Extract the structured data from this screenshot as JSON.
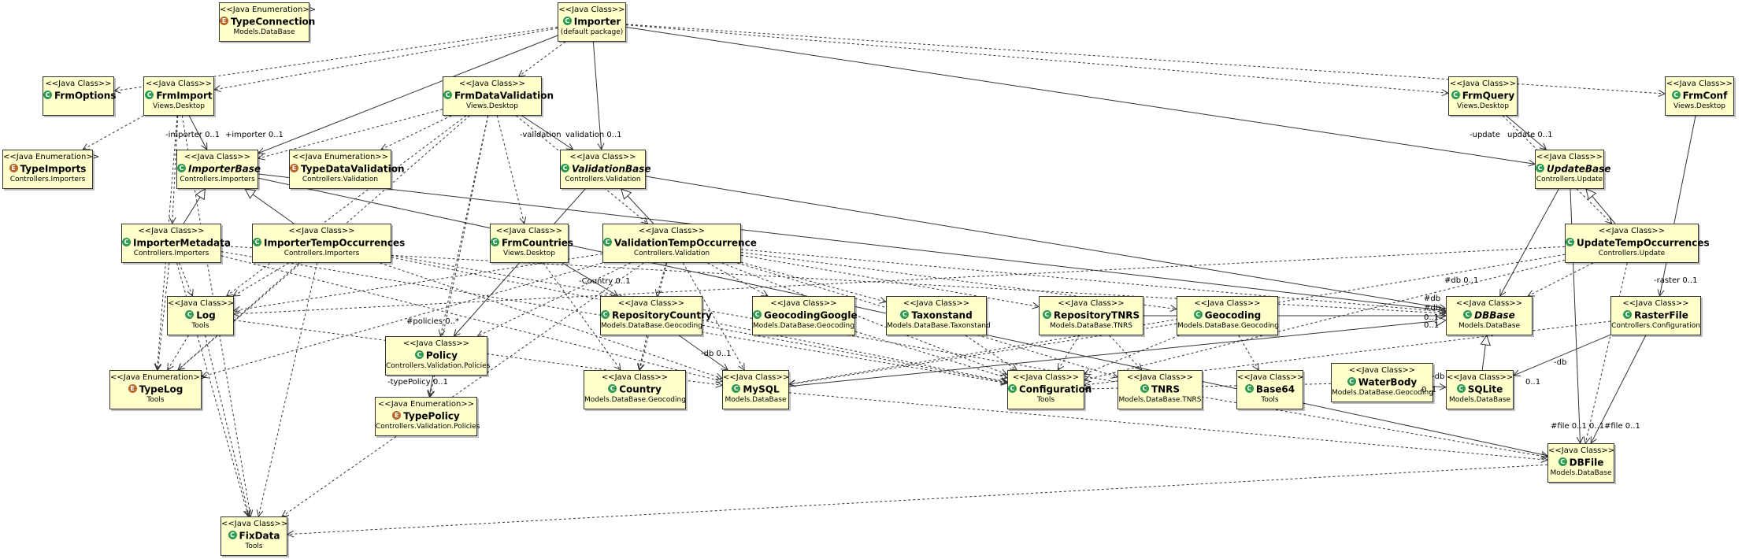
{
  "nodes": [
    {
      "id": "TypeConnection",
      "stereotype": "<<Java Enumeration>>",
      "kind": "enum",
      "name": "TypeConnection",
      "package": "Models.DataBase"
    },
    {
      "id": "Importer",
      "stereotype": "<<Java Class>>",
      "kind": "class",
      "name": "Importer",
      "package": "(default package)"
    },
    {
      "id": "FrmOptions",
      "stereotype": "<<Java Class>>",
      "kind": "class",
      "name": "FrmOptions",
      "package": ""
    },
    {
      "id": "FrmImport",
      "stereotype": "<<Java Class>>",
      "kind": "class",
      "name": "FrmImport",
      "package": "Views.Desktop"
    },
    {
      "id": "FrmDataValidation",
      "stereotype": "<<Java Class>>",
      "kind": "class",
      "name": "FrmDataValidation",
      "package": "Views.Desktop"
    },
    {
      "id": "FrmQuery",
      "stereotype": "<<Java Class>>",
      "kind": "class",
      "name": "FrmQuery",
      "package": "Views.Desktop"
    },
    {
      "id": "FrmConf",
      "stereotype": "<<Java Class>>",
      "kind": "class",
      "name": "FrmConf",
      "package": "Views.Desktop"
    },
    {
      "id": "TypeImports",
      "stereotype": "<<Java Enumeration>>",
      "kind": "enum",
      "name": "TypeImports",
      "package": "Controllers.Importers"
    },
    {
      "id": "ImporterBase",
      "stereotype": "<<Java Class>>",
      "kind": "class",
      "name": "ImporterBase",
      "package": "Controllers.Importers",
      "abstract": true
    },
    {
      "id": "TypeDataValidation",
      "stereotype": "<<Java Enumeration>>",
      "kind": "enum",
      "name": "TypeDataValidation",
      "package": "Controllers.Validation"
    },
    {
      "id": "ValidationBase",
      "stereotype": "<<Java Class>>",
      "kind": "class",
      "name": "ValidationBase",
      "package": "Controllers.Validation",
      "abstract": true
    },
    {
      "id": "UpdateBase",
      "stereotype": "<<Java Class>>",
      "kind": "class",
      "name": "UpdateBase",
      "package": "Controllers.Update",
      "abstract": true
    },
    {
      "id": "ImporterMetadata",
      "stereotype": "<<Java Class>>",
      "kind": "class",
      "name": "ImporterMetadata",
      "package": "Controllers.Importers"
    },
    {
      "id": "ImporterTempOccurrences",
      "stereotype": "<<Java Class>>",
      "kind": "class",
      "name": "ImporterTempOccurrences",
      "package": "Controllers.Importers"
    },
    {
      "id": "FrmCountries",
      "stereotype": "<<Java Class>>",
      "kind": "class",
      "name": "FrmCountries",
      "package": "Views.Desktop"
    },
    {
      "id": "ValidationTempOccurrence",
      "stereotype": "<<Java Class>>",
      "kind": "class",
      "name": "ValidationTempOccurrence",
      "package": "Controllers.Validation"
    },
    {
      "id": "UpdateTempOccurrences",
      "stereotype": "<<Java Class>>",
      "kind": "class",
      "name": "UpdateTempOccurrences",
      "package": "Controllers.Update"
    },
    {
      "id": "Log",
      "stereotype": "<<Java Class>>",
      "kind": "class",
      "name": "Log",
      "package": "Tools"
    },
    {
      "id": "RepositoryCountry",
      "stereotype": "<<Java Class>>",
      "kind": "class",
      "name": "RepositoryCountry",
      "package": "Models.DataBase.Geocoding"
    },
    {
      "id": "GeocodingGoogle",
      "stereotype": "<<Java Class>>",
      "kind": "class",
      "name": "GeocodingGoogle",
      "package": "Models.DataBase.Geocoding"
    },
    {
      "id": "Taxonstand",
      "stereotype": "<<Java Class>>",
      "kind": "class",
      "name": "Taxonstand",
      "package": "Models.DataBase.Taxonstand"
    },
    {
      "id": "RepositoryTNRS",
      "stereotype": "<<Java Class>>",
      "kind": "class",
      "name": "RepositoryTNRS",
      "package": "Models.DataBase.TNRS"
    },
    {
      "id": "Geocoding",
      "stereotype": "<<Java Class>>",
      "kind": "class",
      "name": "Geocoding",
      "package": "Models.DataBase.Geocoding"
    },
    {
      "id": "DBBase",
      "stereotype": "<<Java Class>>",
      "kind": "class",
      "name": "DBBase",
      "package": "Models.DataBase",
      "abstract": true
    },
    {
      "id": "RasterFile",
      "stereotype": "<<Java Class>>",
      "kind": "class",
      "name": "RasterFile",
      "package": "Controllers.Configuration"
    },
    {
      "id": "Policy",
      "stereotype": "<<Java Class>>",
      "kind": "class",
      "name": "Policy",
      "package": "Controllers.Validation.Policies"
    },
    {
      "id": "TypeLog",
      "stereotype": "<<Java Enumeration>>",
      "kind": "enum",
      "name": "TypeLog",
      "package": "Tools"
    },
    {
      "id": "Country",
      "stereotype": "<<Java Class>>",
      "kind": "class",
      "name": "Country",
      "package": "Models.DataBase.Geocoding"
    },
    {
      "id": "MySQL",
      "stereotype": "<<Java Class>>",
      "kind": "class",
      "name": "MySQL",
      "package": "Models.DataBase"
    },
    {
      "id": "Configuration",
      "stereotype": "<<Java Class>>",
      "kind": "class",
      "name": "Configuration",
      "package": "Tools"
    },
    {
      "id": "TNRS",
      "stereotype": "<<Java Class>>",
      "kind": "class",
      "name": "TNRS",
      "package": "Models.DataBase.TNRS"
    },
    {
      "id": "Base64",
      "stereotype": "<<Java Class>>",
      "kind": "class",
      "name": "Base64",
      "package": "Tools"
    },
    {
      "id": "WaterBody",
      "stereotype": "<<Java Class>>",
      "kind": "class",
      "name": "WaterBody",
      "package": "Models.DataBase.Geocoding"
    },
    {
      "id": "SQLite",
      "stereotype": "<<Java Class>>",
      "kind": "class",
      "name": "SQLite",
      "package": "Models.DataBase"
    },
    {
      "id": "TypePolicy",
      "stereotype": "<<Java Enumeration>>",
      "kind": "enum",
      "name": "TypePolicy",
      "package": "Controllers.Validation.Policies"
    },
    {
      "id": "DBFile",
      "stereotype": "<<Java Class>>",
      "kind": "class",
      "name": "DBFile",
      "package": "Models.DataBase"
    },
    {
      "id": "FixData",
      "stereotype": "<<Java Class>>",
      "kind": "class",
      "name": "FixData",
      "package": "Tools"
    }
  ],
  "edges": [
    {
      "from": "ImporterMetadata",
      "to": "ImporterBase",
      "kind": "inherit"
    },
    {
      "from": "ImporterTempOccurrences",
      "to": "ImporterBase",
      "kind": "inherit"
    },
    {
      "from": "ValidationTempOccurrence",
      "to": "ValidationBase",
      "kind": "inherit"
    },
    {
      "from": "UpdateTempOccurrences",
      "to": "UpdateBase",
      "kind": "inherit"
    },
    {
      "from": "SQLite",
      "to": "DBBase",
      "kind": "inherit"
    },
    {
      "from": "MySQL",
      "to": "DBBase",
      "kind": "inherit"
    },
    {
      "from": "Importer",
      "to": "ImporterBase",
      "kind": "assoc"
    },
    {
      "from": "Importer",
      "to": "ValidationBase",
      "kind": "assoc"
    },
    {
      "from": "Importer",
      "to": "UpdateBase",
      "kind": "assoc"
    },
    {
      "from": "Importer",
      "to": "FrmImport",
      "kind": "dep"
    },
    {
      "from": "Importer",
      "to": "FrmOptions",
      "kind": "dep"
    },
    {
      "from": "Importer",
      "to": "FrmDataValidation",
      "kind": "dep"
    },
    {
      "from": "Importer",
      "to": "FrmQuery",
      "kind": "dep"
    },
    {
      "from": "Importer",
      "to": "FrmConf",
      "kind": "dep"
    },
    {
      "from": "FrmImport",
      "to": "ImporterBase",
      "kind": "assoc"
    },
    {
      "from": "FrmImport",
      "to": "TypeImports",
      "kind": "dep"
    },
    {
      "from": "FrmImport",
      "to": "ImporterMetadata",
      "kind": "dep"
    },
    {
      "from": "FrmImport",
      "to": "TypeLog",
      "kind": "dep"
    },
    {
      "from": "FrmImport",
      "to": "FixData",
      "kind": "dep"
    },
    {
      "from": "FrmDataValidation",
      "to": "ValidationBase",
      "kind": "assoc"
    },
    {
      "from": "FrmDataValidation",
      "to": "ImporterBase",
      "kind": "dep"
    },
    {
      "from": "FrmDataValidation",
      "to": "TypeDataValidation",
      "kind": "dep"
    },
    {
      "from": "FrmDataValidation",
      "to": "FrmCountries",
      "kind": "dep"
    },
    {
      "from": "FrmDataValidation",
      "to": "Policy",
      "kind": "dep"
    },
    {
      "from": "FrmDataValidation",
      "to": "TypePolicy",
      "kind": "dep"
    },
    {
      "from": "FrmDataValidation",
      "to": "Log",
      "kind": "dep"
    },
    {
      "from": "FrmDataValidation",
      "to": "TypeLog",
      "kind": "dep"
    },
    {
      "from": "FrmDataValidation",
      "to": "ValidationTempOccurrence",
      "kind": "dep"
    },
    {
      "from": "FrmQuery",
      "to": "UpdateBase",
      "kind": "assoc"
    },
    {
      "from": "FrmQuery",
      "to": "UpdateTempOccurrences",
      "kind": "dep"
    },
    {
      "from": "FrmConf",
      "to": "RasterFile",
      "kind": "assoc"
    },
    {
      "from": "ImporterBase",
      "to": "DBBase",
      "kind": "assoc"
    },
    {
      "from": "ImporterBase",
      "to": "DBFile",
      "kind": "assoc"
    },
    {
      "from": "ValidationBase",
      "to": "DBBase",
      "kind": "assoc"
    },
    {
      "from": "ValidationBase",
      "to": "Policy",
      "kind": "assoc"
    },
    {
      "from": "UpdateBase",
      "to": "DBBase",
      "kind": "assoc"
    },
    {
      "from": "UpdateBase",
      "to": "DBFile",
      "kind": "assoc"
    },
    {
      "from": "FrmCountries",
      "to": "RepositoryCountry",
      "kind": "assoc"
    },
    {
      "from": "FrmCountries",
      "to": "Country",
      "kind": "dep"
    },
    {
      "from": "ImporterMetadata",
      "to": "Log",
      "kind": "dep"
    },
    {
      "from": "ImporterMetadata",
      "to": "TypeLog",
      "kind": "dep"
    },
    {
      "from": "ImporterMetadata",
      "to": "FixData",
      "kind": "dep"
    },
    {
      "from": "ImporterMetadata",
      "to": "Configuration",
      "kind": "dep"
    },
    {
      "from": "ImporterMetadata",
      "to": "MySQL",
      "kind": "dep"
    },
    {
      "from": "ImporterMetadata",
      "to": "DBBase",
      "kind": "dep"
    },
    {
      "from": "ImporterTempOccurrences",
      "to": "Log",
      "kind": "dep"
    },
    {
      "from": "ImporterTempOccurrences",
      "to": "TypeLog",
      "kind": "dep"
    },
    {
      "from": "ImporterTempOccurrences",
      "to": "FixData",
      "kind": "dep"
    },
    {
      "from": "ImporterTempOccurrences",
      "to": "Configuration",
      "kind": "dep"
    },
    {
      "from": "ImporterTempOccurrences",
      "to": "MySQL",
      "kind": "dep"
    },
    {
      "from": "ImporterTempOccurrences",
      "to": "DBFile",
      "kind": "dep"
    },
    {
      "from": "ValidationTempOccurrence",
      "to": "Log",
      "kind": "dep"
    },
    {
      "from": "ValidationTempOccurrence",
      "to": "TypeLog",
      "kind": "dep"
    },
    {
      "from": "ValidationTempOccurrence",
      "to": "Country",
      "kind": "dep"
    },
    {
      "from": "ValidationTempOccurrence",
      "to": "RepositoryCountry",
      "kind": "dep"
    },
    {
      "from": "ValidationTempOccurrence",
      "to": "GeocodingGoogle",
      "kind": "dep"
    },
    {
      "from": "ValidationTempOccurrence",
      "to": "Taxonstand",
      "kind": "dep"
    },
    {
      "from": "ValidationTempOccurrence",
      "to": "RepositoryTNRS",
      "kind": "dep"
    },
    {
      "from": "ValidationTempOccurrence",
      "to": "Geocoding",
      "kind": "dep"
    },
    {
      "from": "ValidationTempOccurrence",
      "to": "TNRS",
      "kind": "dep"
    },
    {
      "from": "ValidationTempOccurrence",
      "to": "Configuration",
      "kind": "dep"
    },
    {
      "from": "ValidationTempOccurrence",
      "to": "MySQL",
      "kind": "dep"
    },
    {
      "from": "ValidationTempOccurrence",
      "to": "DBBase",
      "kind": "dep"
    },
    {
      "from": "ValidationTempOccurrence",
      "to": "FixData",
      "kind": "dep"
    },
    {
      "from": "ValidationTempOccurrence",
      "to": "Policy",
      "kind": "dep"
    },
    {
      "from": "UpdateTempOccurrences",
      "to": "Log",
      "kind": "dep"
    },
    {
      "from": "UpdateTempOccurrences",
      "to": "MySQL",
      "kind": "dep"
    },
    {
      "from": "UpdateTempOccurrences",
      "to": "DBBase",
      "kind": "dep"
    },
    {
      "from": "UpdateTempOccurrences",
      "to": "DBFile",
      "kind": "dep"
    },
    {
      "from": "UpdateTempOccurrences",
      "to": "Configuration",
      "kind": "dep"
    },
    {
      "from": "RepositoryCountry",
      "to": "MySQL",
      "kind": "assoc"
    },
    {
      "from": "RepositoryCountry",
      "to": "Country",
      "kind": "dep"
    },
    {
      "from": "RepositoryCountry",
      "to": "Configuration",
      "kind": "dep"
    },
    {
      "from": "GeocodingGoogle",
      "to": "Configuration",
      "kind": "dep"
    },
    {
      "from": "Taxonstand",
      "to": "Configuration",
      "kind": "dep"
    },
    {
      "from": "RepositoryTNRS",
      "to": "DBBase",
      "kind": "assoc"
    },
    {
      "from": "RepositoryTNRS",
      "to": "TNRS",
      "kind": "dep"
    },
    {
      "from": "RepositoryTNRS",
      "to": "Configuration",
      "kind": "dep"
    },
    {
      "from": "Geocoding",
      "to": "DBBase",
      "kind": "assoc"
    },
    {
      "from": "Geocoding",
      "to": "Base64",
      "kind": "dep"
    },
    {
      "from": "Geocoding",
      "to": "Configuration",
      "kind": "dep"
    },
    {
      "from": "Geocoding",
      "to": "MySQL",
      "kind": "dep"
    },
    {
      "from": "WaterBody",
      "to": "SQLite",
      "kind": "assoc"
    },
    {
      "from": "WaterBody",
      "to": "Configuration",
      "kind": "dep"
    },
    {
      "from": "RasterFile",
      "to": "SQLite",
      "kind": "assoc"
    },
    {
      "from": "RasterFile",
      "to": "DBFile",
      "kind": "assoc"
    },
    {
      "from": "RasterFile",
      "to": "Configuration",
      "kind": "dep"
    },
    {
      "from": "Policy",
      "to": "TypePolicy",
      "kind": "assoc"
    },
    {
      "from": "Log",
      "to": "TypeLog",
      "kind": "dep"
    },
    {
      "from": "Log",
      "to": "MySQL",
      "kind": "dep"
    },
    {
      "from": "Log",
      "to": "FixData",
      "kind": "dep"
    },
    {
      "from": "DBFile",
      "to": "FixData",
      "kind": "dep"
    },
    {
      "from": "MySQL",
      "to": "DBFile",
      "kind": "dep"
    }
  ],
  "edge_labels": [
    {
      "id": "frmimport-importer",
      "text": "-importer   0..1"
    },
    {
      "id": "frmimport-importer-2",
      "text": "+importer   0..1"
    },
    {
      "id": "frmdv-validation",
      "text": "-validation"
    },
    {
      "id": "frmdv-validation-2",
      "text": "validation   0..1"
    },
    {
      "id": "frmquery-update",
      "text": "-update"
    },
    {
      "id": "frmquery-update-2",
      "text": "update   0..1"
    },
    {
      "id": "repo-country",
      "text": "-Country   0..1"
    },
    {
      "id": "policies",
      "text": "#policies   0..*"
    },
    {
      "id": "typepolicy",
      "text": "-typePolicy   0..1"
    },
    {
      "id": "repocountry-db",
      "text": "-db   0..1"
    },
    {
      "id": "db-update",
      "text": "#db   0..1"
    },
    {
      "id": "raster",
      "text": "-raster   0..1"
    },
    {
      "id": "db-cluster",
      "text": "#db"
    },
    {
      "id": "db-cluster-2",
      "text": "#db"
    },
    {
      "id": "db-cluster-m",
      "text": "0..1"
    },
    {
      "id": "geocoding-db",
      "text": "0..1"
    },
    {
      "id": "waterbody-db",
      "text": "-db"
    },
    {
      "id": "waterbody-m",
      "text": "0..1"
    },
    {
      "id": "raster-db",
      "text": "-db"
    },
    {
      "id": "raster-db-m",
      "text": "0..1"
    },
    {
      "id": "file-left",
      "text": "#file   0..1   0..1"
    },
    {
      "id": "file-right",
      "text": "#file   0..1"
    }
  ]
}
